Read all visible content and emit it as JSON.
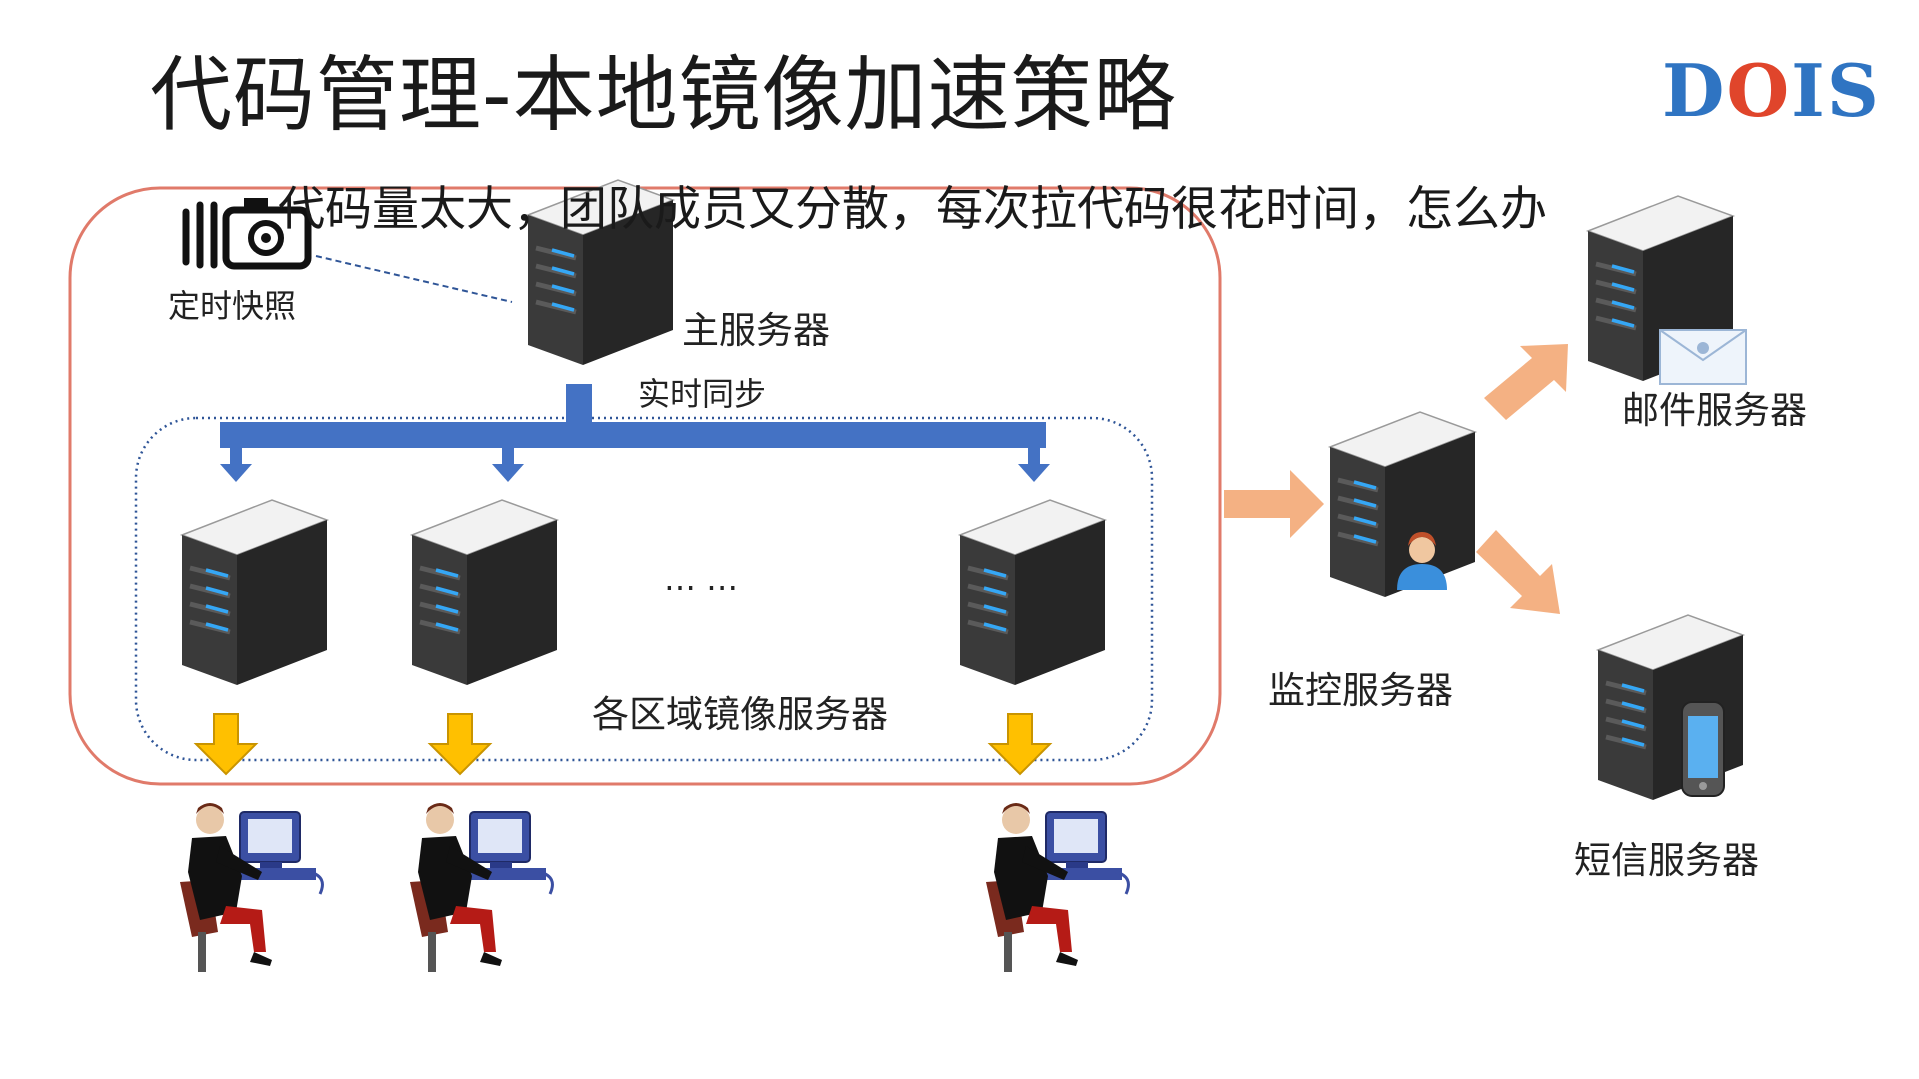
{
  "slide": {
    "title": "代码管理-本地镜像加速策略",
    "subtitle": "代码量太大，团队成员又分散，每次拉代码很花时间，怎么办",
    "logo": {
      "text": "DOIS",
      "colors": [
        "#2f74c2",
        "#e0452b",
        "#2f74c2",
        "#2f74c2"
      ]
    }
  },
  "diagram": {
    "snapshot_label": "定时快照",
    "main_server_label": "主服务器",
    "sync_label": "实时同步",
    "ellipsis": "… …",
    "mirror_label": "各区域镜像服务器",
    "monitor_label": "监控服务器",
    "mail_label": "邮件服务器",
    "sms_label": "短信服务器"
  },
  "colors": {
    "sync_arrow": "#4472c4",
    "download_arrow": "#ffc000",
    "flow_arrow": "#f4b183",
    "outer_border": "#e07a6a",
    "inner_border": "#2f5597"
  },
  "icons": [
    "camera-icon",
    "server-icon",
    "user-icon",
    "mail-icon",
    "phone-icon",
    "developer-workstation-icon"
  ]
}
